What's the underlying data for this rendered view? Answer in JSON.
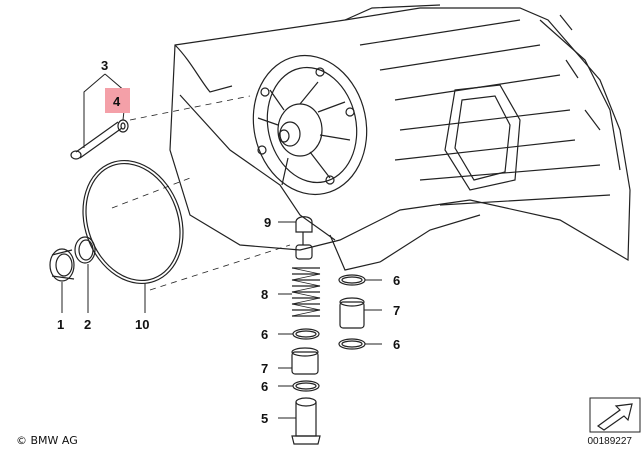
{
  "diagram": {
    "callouts": {
      "c1": "1",
      "c2": "2",
      "c3": "3",
      "c4": "4",
      "c5": "5",
      "c6a": "6",
      "c6b": "6",
      "c6c": "6",
      "c6d": "6",
      "c7a": "7",
      "c7b": "7",
      "c8": "8",
      "c9": "9",
      "c10": "10"
    },
    "highlight_color": "#f4a0a8"
  },
  "footer": {
    "brand": "© BMW AG",
    "image_number": "00189227"
  },
  "icons": {
    "nav": "arrow-icon"
  }
}
